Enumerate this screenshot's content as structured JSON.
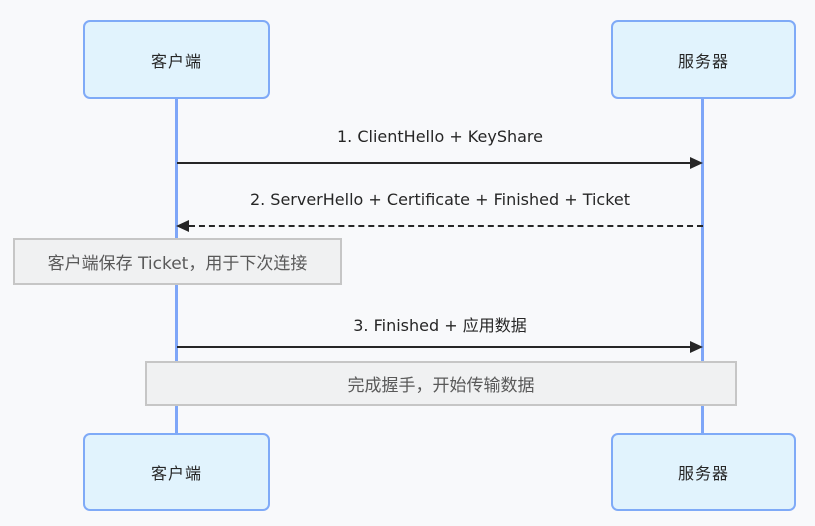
{
  "diagram": {
    "type": "sequence-diagram",
    "actors": {
      "client": "客户端",
      "server": "服务器"
    },
    "messages": [
      {
        "label": "1. ClientHello + KeyShare",
        "from": "client",
        "to": "server",
        "line_style": "solid"
      },
      {
        "label": "2. ServerHello + Certificate + Finished + Ticket",
        "from": "server",
        "to": "client",
        "line_style": "dashed"
      },
      {
        "label": "3. Finished + 应用数据",
        "from": "client",
        "to": "server",
        "line_style": "solid"
      }
    ],
    "notes": [
      {
        "text": "客户端保存 Ticket，用于下次连接",
        "position": "left-of-client"
      },
      {
        "text": "完成握手，开始传输数据",
        "position": "over-both"
      }
    ],
    "colors": {
      "background": "#f8f9fb",
      "actor_fill": "#e1f3fd",
      "actor_border": "#7faaf7",
      "lifeline": "#7ea6f8",
      "arrow": "#262626",
      "label_text": "#262626",
      "note_fill": "#f0f1f2",
      "note_border": "#c6c6c6",
      "note_text": "#595959"
    }
  }
}
